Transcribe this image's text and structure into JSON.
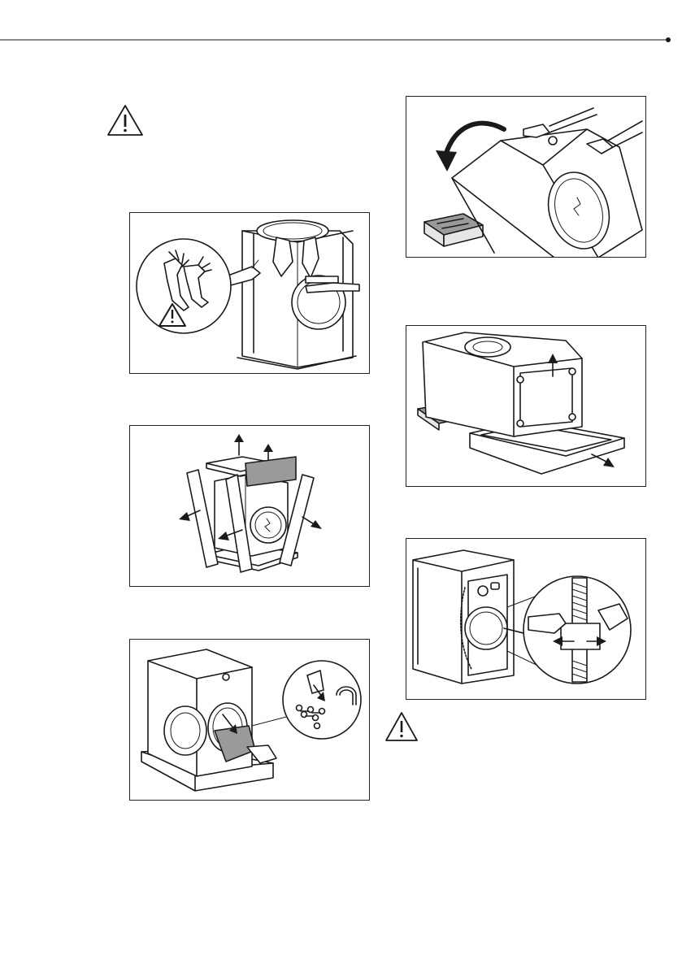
{
  "page": {
    "background": "#ffffff",
    "line_color": "#1a1a1a",
    "accent_gray": "#9a9a9a"
  },
  "header": {
    "rule": "thin-line-with-right-dot"
  },
  "warnings": [
    {
      "icon": "warning-triangle-icon"
    },
    {
      "icon": "warning-triangle-icon"
    }
  ],
  "figures": [
    {
      "id": "remove-film",
      "icons": [
        "gloves-icon",
        "warning-triangle-icon"
      ]
    },
    {
      "id": "remove-cover-and-corners",
      "icons": [
        "arrow-up-icon",
        "arrow-outward-icon"
      ]
    },
    {
      "id": "take-out-accessory-bag",
      "icons": [
        "arrow-down-icon",
        "parts-bag-icon"
      ]
    },
    {
      "id": "tilt-machine-back",
      "icons": [
        "curved-arrow-icon",
        "polystyrene-block-icon"
      ]
    },
    {
      "id": "remove-base",
      "icons": [
        "arrow-up-icon",
        "arrow-outward-icon"
      ]
    },
    {
      "id": "remove-hose-clamp",
      "icons": [
        "hose-icon",
        "arrow-left-icon",
        "arrow-right-icon"
      ]
    }
  ]
}
